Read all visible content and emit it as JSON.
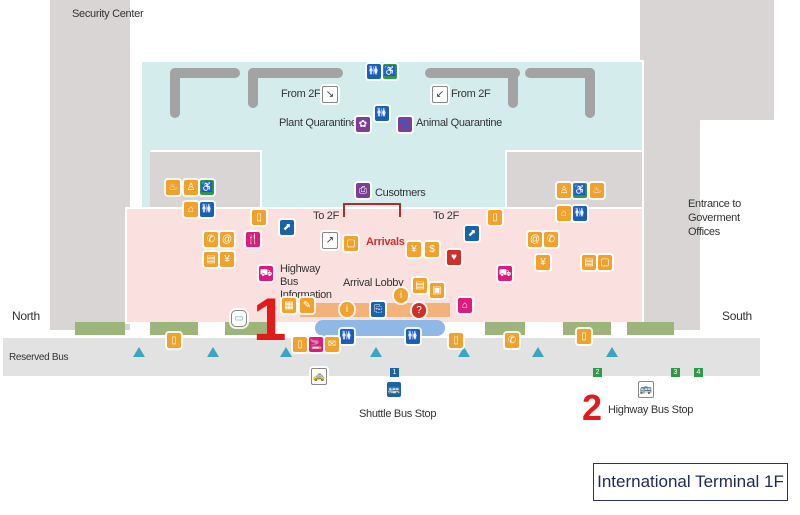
{
  "map": {
    "title": "International Terminal 1F",
    "labels": {
      "security_center": "Security Center",
      "from_2f_left": "From 2F",
      "from_2f_right": "From 2F",
      "plant_quarantine": "Plant Quarantine",
      "animal_quarantine": "Animal Quarantine",
      "customers": "Cusotmers",
      "to_2f_left": "To 2F",
      "to_2f_right": "To 2F",
      "arrivals": "Arrivals",
      "highway_bus_information": "Highway Bus Information",
      "arrival_lobby": "Arrival Lobby",
      "entrance_government": "Entrance to Goverment Offices",
      "north": "North",
      "south": "South",
      "reserved_bus": "Reserved Bus",
      "shuttle_bus_stop": "Shuttle Bus Stop",
      "highway_bus_stop": "Highway Bus Stop"
    },
    "markers": {
      "marker_1": "1",
      "marker_2": "2"
    },
    "stop_numbers": [
      "1",
      "2",
      "3",
      "4"
    ],
    "colors": {
      "arrivals": "#d0302a",
      "marker": "#e11b1b",
      "service": "#f0a22c",
      "info": "#1a63a8",
      "restroom_access": "#2e9a47",
      "quarantine": "#7b3f97",
      "shops": "#e0197d"
    }
  }
}
